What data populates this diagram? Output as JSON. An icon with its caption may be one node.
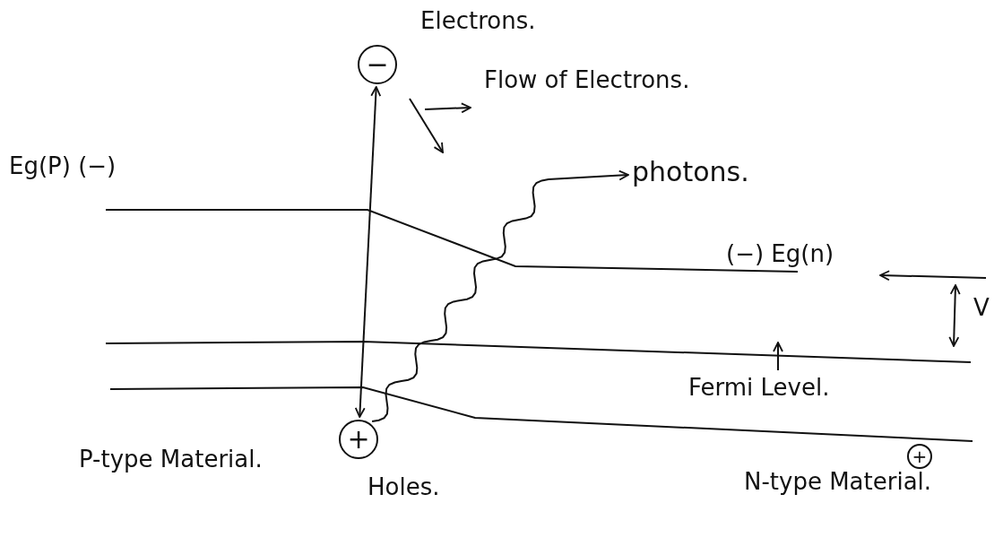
{
  "diagram": {
    "nodes": [
      {
        "text": [
          "−"
        ],
        "beside": [
          "Electrons."
        ]
      },
      {
        "text": [
          "photons."
        ]
      },
      {
        "text": [
          "+"
        ],
        "beside": [
          "Holes."
        ]
      },
      {
        "text": [
          "+"
        ]
      }
    ],
    "edges": [
      {
        "from": 2,
        "to": 0,
        "arrow": "both"
      },
      {
        "from": 2,
        "to": 1,
        "arrow": "to"
      }
    ],
    "labels": [
      "Flow of Electrons.",
      "Eg(P) (−)",
      "(−) Eg(n)",
      "V",
      "Fermi Level.",
      "P-type Material.",
      "N-type Material."
    ]
  }
}
